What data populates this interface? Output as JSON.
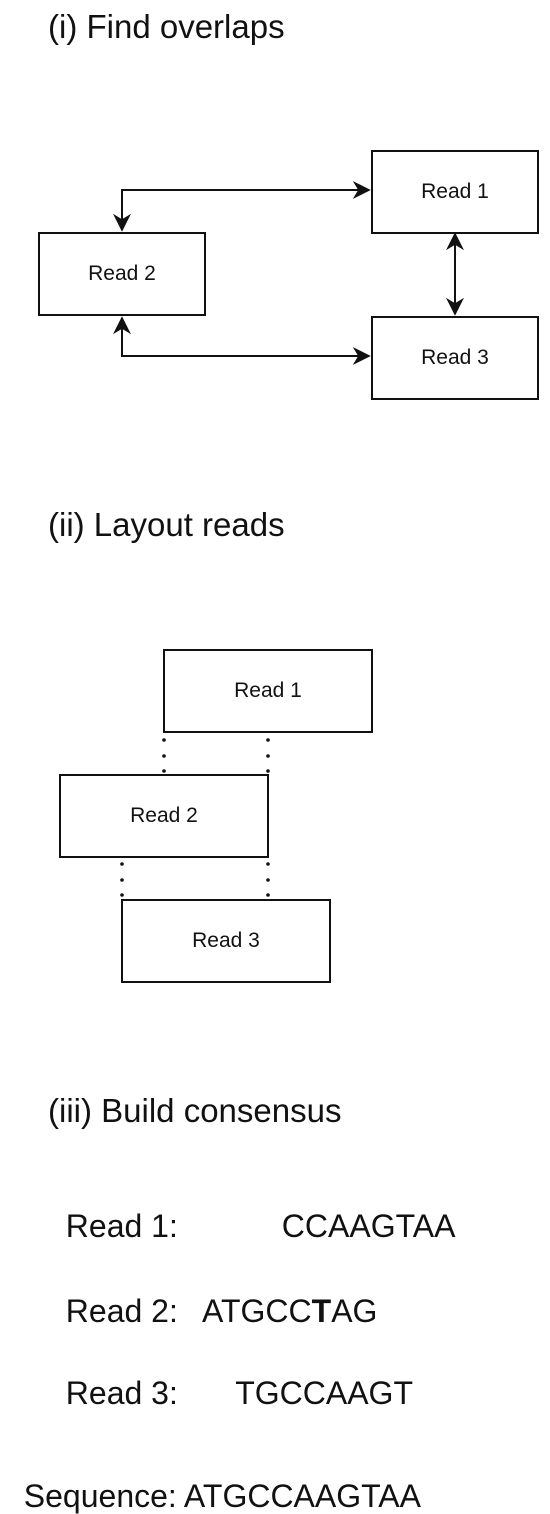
{
  "section1": {
    "heading": "(i) Find overlaps",
    "nodes": {
      "read1": "Read 1",
      "read2": "Read 2",
      "read3": "Read 3"
    }
  },
  "section2": {
    "heading": "(ii) Layout reads",
    "nodes": {
      "read1": "Read 1",
      "read2": "Read 2",
      "read3": "Read 3"
    }
  },
  "section3": {
    "heading": "(iii) Build consensus",
    "rows": [
      {
        "label": "Read 1:",
        "sequence": "CCAAGTAA"
      },
      {
        "label": "Read 2:",
        "sequence_prefix": "ATGCC",
        "sequence_highlight": "T",
        "sequence_suffix": "AG"
      },
      {
        "label": "Read 3:",
        "sequence": "TGCCAAGT"
      }
    ],
    "result": {
      "label": "Sequence:",
      "sequence": "ATGCCAAGTAA"
    }
  }
}
